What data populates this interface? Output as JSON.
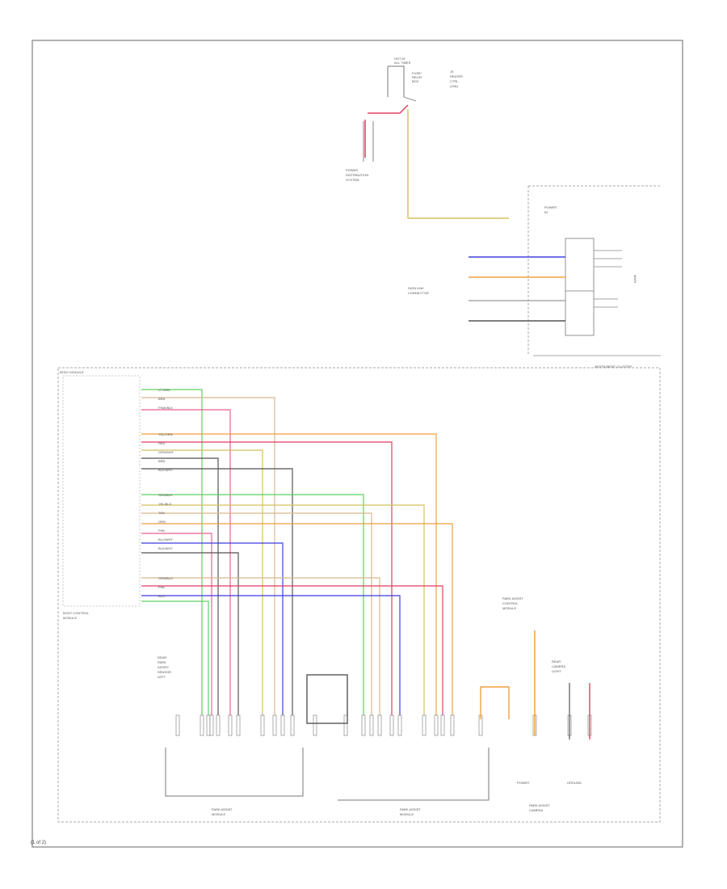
{
  "diagram": {
    "title_corner": "(1 of 2)",
    "top_fuse": [
      "HOT AT",
      "ALL TIMES"
    ],
    "top_fuse_label": [
      "FUSE/",
      "RELAY",
      "BOX"
    ],
    "fuse_right_label": [
      "15",
      "HEATER",
      "CTRL",
      "(15A)"
    ],
    "power_dist_label": [
      "POWER",
      "DISTRIBUTION",
      "SYSTEM"
    ],
    "cluster_name": "INSTRUMENT CLUSTER",
    "cluster_power_label": [
      "POWER",
      "IN"
    ],
    "cluster_side_label": "MAIN",
    "data_link_label": [
      "DATA LINK",
      "CONNECTOR"
    ],
    "module_name": "BODY MODULE",
    "module_label": [
      "BODY CONTROL",
      "MODULE"
    ],
    "sensor_left_label": [
      "REAR",
      "PARK",
      "ASSIST",
      "SENSOR",
      "LEFT"
    ],
    "bottom_left_label": [
      "PARK ASSIST",
      "MODULE"
    ],
    "bottom_mid_label": [
      "PARK ASSIST",
      "MODULE"
    ],
    "bottom_right_label": [
      "PARK ASSIST",
      "CAMERA"
    ],
    "right_top_label": [
      "PARK ASSIST",
      "CONTROL",
      "MODULE"
    ],
    "right_sensor_label": [
      "REAR",
      "CAMERA",
      "LIGHT"
    ],
    "right_bottom_left": "POWER",
    "right_bottom_right": "GROUND",
    "wire_colors": {
      "yellow": "#d8c060",
      "red": "#e04060",
      "pink": "#f06090",
      "green": "#60d060",
      "blue": "#4040e0",
      "orange": "#f0a040",
      "tan": "#d8b890",
      "gray": "#555555"
    },
    "pin_labels_group1": [
      "LT GRN",
      "BRN",
      "PINK/BLK"
    ],
    "pin_labels_group2": [
      "YEL/ORN",
      "RED",
      "GRN/WHT",
      "BRN",
      "BLK/WHT"
    ],
    "pin_labels_group3": [
      "GRN/BLK",
      "YEL/BLK",
      "TAN",
      "ORN",
      "PNK",
      "BLU/WHT",
      "BLK/WHT"
    ],
    "pin_labels_group4": [
      "GRN/BLU",
      "PNK",
      "BLU"
    ]
  }
}
